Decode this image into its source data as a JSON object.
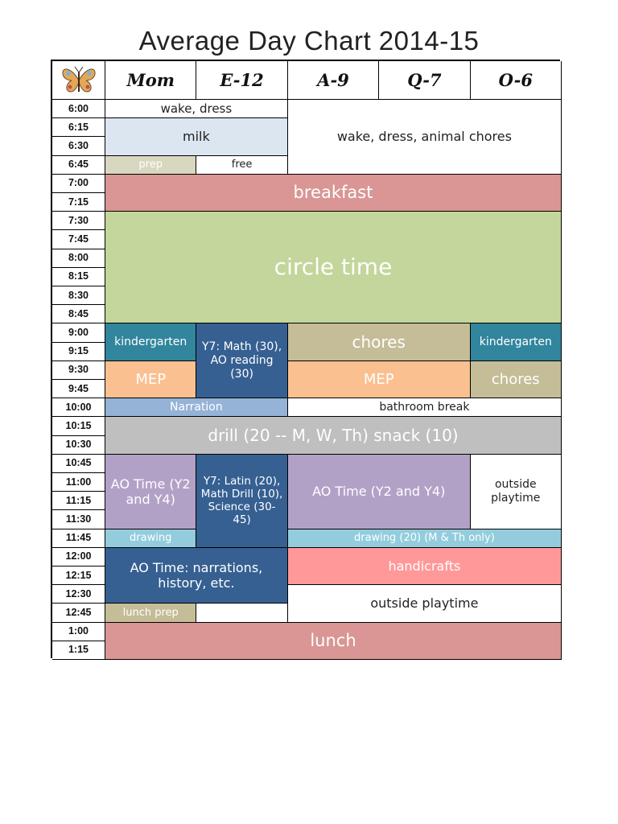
{
  "title": "Average Day Chart 2014-15",
  "logo_icon": "butterfly-icon",
  "headers": [
    "Mom",
    "E-12",
    "A-9",
    "Q-7",
    "O-6"
  ],
  "times": [
    "6:00",
    "6:15",
    "6:30",
    "6:45",
    "7:00",
    "7:15",
    "7:30",
    "7:45",
    "8:00",
    "8:15",
    "8:30",
    "8:45",
    "9:00",
    "9:15",
    "9:30",
    "9:45",
    "10:00",
    "10:15",
    "10:30",
    "10:45",
    "11:00",
    "11:15",
    "11:30",
    "11:45",
    "12:00",
    "12:15",
    "12:30",
    "12:45",
    "1:00",
    "1:15"
  ],
  "colors": {
    "light_blue": "#dce6f1",
    "prep_tan": "#d8d8c0",
    "breakfast_rose": "#d99694",
    "circle_green": "#c3d69b",
    "teal": "#31859c",
    "navy": "#366092",
    "khaki": "#c4bd97",
    "peach": "#fac090",
    "periwinkle": "#95b3d7",
    "gray": "#bfbfbf",
    "lavender": "#b2a1c7",
    "sky": "#93cddd",
    "pink": "#ff9999",
    "white": "#ffffff"
  },
  "blocks": [
    {
      "id": "wake-dress",
      "text": "wake, dress",
      "c0": 0,
      "c1": 2,
      "r0": 0,
      "r1": 1,
      "bg": "#ffffff",
      "fg": "#222222",
      "fs": 15
    },
    {
      "id": "wake-dress-animal-chores",
      "text": "wake, dress, animal chores",
      "c0": 2,
      "c1": 5,
      "r0": 0,
      "r1": 4,
      "bg": "#ffffff",
      "fg": "#222222",
      "fs": 16
    },
    {
      "id": "milk",
      "text": "milk",
      "c0": 0,
      "c1": 2,
      "r0": 1,
      "r1": 3,
      "bg": "#dce6f1",
      "fg": "#222222",
      "fs": 16
    },
    {
      "id": "prep",
      "text": "prep",
      "c0": 0,
      "c1": 1,
      "r0": 3,
      "r1": 4,
      "bg": "#d8d8c0",
      "fg": "#ffffff",
      "fs": 13
    },
    {
      "id": "free",
      "text": "free",
      "c0": 1,
      "c1": 2,
      "r0": 3,
      "r1": 4,
      "bg": "#ffffff",
      "fg": "#222222",
      "fs": 13
    },
    {
      "id": "breakfast",
      "text": "breakfast",
      "c0": 0,
      "c1": 5,
      "r0": 4,
      "r1": 6,
      "bg": "#d99694",
      "fg": "#ffffff",
      "fs": 21
    },
    {
      "id": "circle-time",
      "text": "circle time",
      "c0": 0,
      "c1": 5,
      "r0": 6,
      "r1": 12,
      "bg": "#c3d69b",
      "fg": "#ffffff",
      "fs": 28
    },
    {
      "id": "kindergarten-mom",
      "text": "kindergarten",
      "c0": 0,
      "c1": 1,
      "r0": 12,
      "r1": 14,
      "bg": "#31859c",
      "fg": "#ffffff",
      "fs": 14
    },
    {
      "id": "y7-math-ao-reading",
      "text": "Y7: Math (30), AO reading (30)",
      "c0": 1,
      "c1": 2,
      "r0": 12,
      "r1": 16,
      "bg": "#366092",
      "fg": "#ffffff",
      "fs": 14
    },
    {
      "id": "chores-aq",
      "text": "chores",
      "c0": 2,
      "c1": 4,
      "r0": 12,
      "r1": 14,
      "bg": "#c4bd97",
      "fg": "#ffffff",
      "fs": 20
    },
    {
      "id": "kindergarten-o",
      "text": "kindergarten",
      "c0": 4,
      "c1": 5,
      "r0": 12,
      "r1": 14,
      "bg": "#31859c",
      "fg": "#ffffff",
      "fs": 14
    },
    {
      "id": "mep-mom",
      "text": "MEP",
      "c0": 0,
      "c1": 1,
      "r0": 14,
      "r1": 16,
      "bg": "#fac090",
      "fg": "#ffffff",
      "fs": 18
    },
    {
      "id": "mep-aq",
      "text": "MEP",
      "c0": 2,
      "c1": 4,
      "r0": 14,
      "r1": 16,
      "bg": "#fac090",
      "fg": "#ffffff",
      "fs": 18
    },
    {
      "id": "chores-o",
      "text": "chores",
      "c0": 4,
      "c1": 5,
      "r0": 14,
      "r1": 16,
      "bg": "#c4bd97",
      "fg": "#ffffff",
      "fs": 18
    },
    {
      "id": "narration",
      "text": "Narration",
      "c0": 0,
      "c1": 2,
      "r0": 16,
      "r1": 17,
      "bg": "#95b3d7",
      "fg": "#ffffff",
      "fs": 14
    },
    {
      "id": "bathroom-break",
      "text": "bathroom break",
      "c0": 2,
      "c1": 5,
      "r0": 16,
      "r1": 17,
      "bg": "#ffffff",
      "fg": "#222222",
      "fs": 14
    },
    {
      "id": "drill-snack",
      "text": "drill (20 -- M, W, Th) snack (10)",
      "c0": 0,
      "c1": 5,
      "r0": 17,
      "r1": 19,
      "bg": "#bfbfbf",
      "fg": "#ffffff",
      "fs": 20
    },
    {
      "id": "ao-time-mom",
      "text": "AO Time (Y2 and Y4)",
      "c0": 0,
      "c1": 1,
      "r0": 19,
      "r1": 23,
      "bg": "#b2a1c7",
      "fg": "#ffffff",
      "fs": 16
    },
    {
      "id": "y7-latin-math-science",
      "text": "Y7: Latin (20), Math Drill (10), Science (30-45)",
      "c0": 1,
      "c1": 2,
      "r0": 19,
      "r1": 24,
      "bg": "#366092",
      "fg": "#ffffff",
      "fs": 13.5
    },
    {
      "id": "ao-time-aq",
      "text": "AO Time (Y2 and Y4)",
      "c0": 2,
      "c1": 4,
      "r0": 19,
      "r1": 23,
      "bg": "#b2a1c7",
      "fg": "#ffffff",
      "fs": 16
    },
    {
      "id": "outside-playtime-o",
      "text": "outside playtime",
      "c0": 4,
      "c1": 5,
      "r0": 19,
      "r1": 23,
      "bg": "#ffffff",
      "fg": "#222222",
      "fs": 14
    },
    {
      "id": "drawing-mom",
      "text": "drawing",
      "c0": 0,
      "c1": 1,
      "r0": 23,
      "r1": 24,
      "bg": "#93cddd",
      "fg": "#ffffff",
      "fs": 13
    },
    {
      "id": "drawing-aqo",
      "text": "drawing (20) (M & Th only)",
      "c0": 2,
      "c1": 5,
      "r0": 23,
      "r1": 24,
      "bg": "#93cddd",
      "fg": "#ffffff",
      "fs": 13
    },
    {
      "id": "ao-time-narrations",
      "text": "AO Time: narrations, history, etc.",
      "c0": 0,
      "c1": 2,
      "r0": 24,
      "r1": 27,
      "bg": "#366092",
      "fg": "#ffffff",
      "fs": 16
    },
    {
      "id": "handicrafts",
      "text": "handicrafts",
      "c0": 2,
      "c1": 5,
      "r0": 24,
      "r1": 26,
      "bg": "#ff9999",
      "fg": "#ffffff",
      "fs": 16
    },
    {
      "id": "outside-playtime-aqo",
      "text": "outside playtime",
      "c0": 2,
      "c1": 5,
      "r0": 26,
      "r1": 28,
      "bg": "#ffffff",
      "fg": "#222222",
      "fs": 16
    },
    {
      "id": "lunch-prep",
      "text": "lunch prep",
      "c0": 0,
      "c1": 1,
      "r0": 27,
      "r1": 28,
      "bg": "#c4bd97",
      "fg": "#ffffff",
      "fs": 13
    },
    {
      "id": "blank-e",
      "text": "",
      "c0": 1,
      "c1": 2,
      "r0": 27,
      "r1": 28,
      "bg": "#ffffff",
      "fg": "#222222",
      "fs": 13
    },
    {
      "id": "lunch",
      "text": "lunch",
      "c0": 0,
      "c1": 5,
      "r0": 28,
      "r1": 30,
      "bg": "#d99694",
      "fg": "#ffffff",
      "fs": 21
    }
  ]
}
